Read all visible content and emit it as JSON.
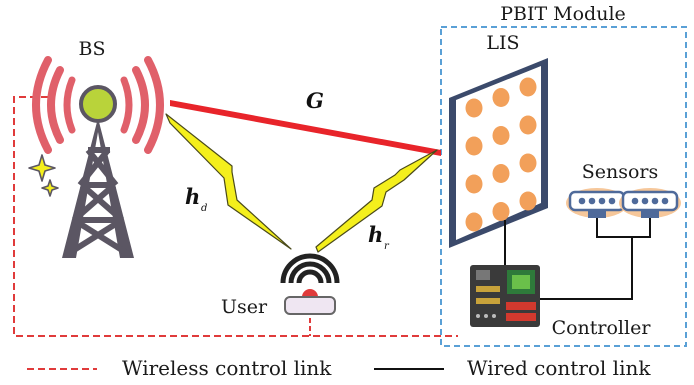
{
  "labels": {
    "bs": "BS",
    "pbit_module": "PBIT Module",
    "lis": "LIS",
    "sensors": "Sensors",
    "user": "User",
    "controller": "Controller",
    "g_channel": "G",
    "hd_main": "h",
    "hd_sub": "d",
    "hr_main": "h",
    "hr_sub": "r"
  },
  "legend": {
    "wireless": "Wireless control link",
    "wired": "Wired control link"
  },
  "colors": {
    "wireless_link": "#e03b3b",
    "wired_link": "#111111",
    "module_border": "#5aa0d6",
    "g_beam": "#e8242a",
    "lightning": "#f4ef1c",
    "tower_body": "#5b5663",
    "tower_head": "#b9d33a",
    "signal_waves": "#e0606a",
    "lis_panel": "#3b4a6b",
    "lis_elements": "#f2a05a"
  },
  "icons": {
    "bs": "cell-tower-icon",
    "user": "router-icon",
    "sensor": "sensor-icon",
    "controller": "circuit-board-icon",
    "sparkle": "sparkle-icon"
  }
}
